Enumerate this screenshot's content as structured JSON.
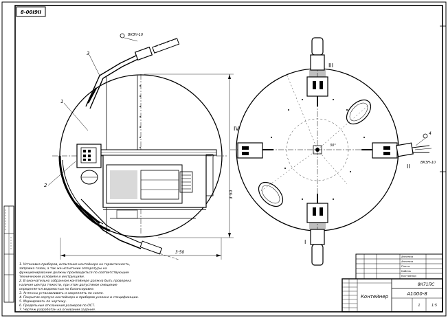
{
  "sheet": {
    "code_box": "8-00I9II",
    "main_note_label": "1",
    "callouts": {
      "part1": "1",
      "part2": "2",
      "part3": "3",
      "part4": "4"
    },
    "roman": {
      "r1": "I",
      "r2": "II",
      "r3": "III",
      "r4": "IV"
    },
    "dim_width": "3·50",
    "dim_height": "3·50",
    "connector_label_left": "ВКЗН-10",
    "connector_label_right": "ВКЗН-10",
    "angle_label": "30°",
    "title_block": {
      "sheet_label": "Контейнер",
      "code": "А1000-8",
      "code2": "8К71ПС",
      "scale": "1:5",
      "sheet_no": "1"
    },
    "notes": [
      "1. Установка приборов, испытание контейнера на герметичность,",
      "   заправка газом, а так же испытание аппаратуры на",
      "   функционирование должны производиться по соответствующим",
      "   техническим условиям и инструкциям.",
      "2. В окончательно собранном контейнере должна быть проверена",
      "   наличие центра тяжести, при этом допустимое смещение",
      "   определяется ведомостью по балансировке.",
      "3. Антенны устанавливать и закреплять по схеме.",
      "4. Покрытие корпуса контейнера и приборов указано в спецификации.",
      "5. Маркировать по чертежу.",
      "6. Предельные отклонения размеров по ОСТ.",
      "7. Чертеж разработан на основании задания."
    ],
    "spec_rows": [
      "Антенна",
      "Антенна",
      "Плата",
      "Кабель",
      "Контейнер"
    ]
  }
}
